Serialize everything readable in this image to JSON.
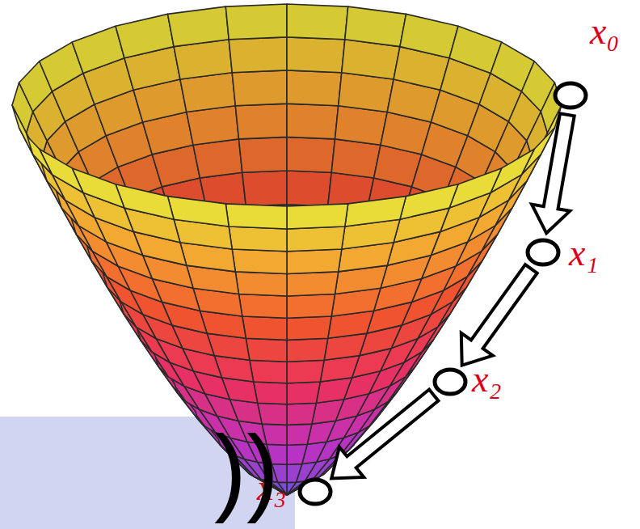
{
  "diagram": {
    "nodes": [
      {
        "text": [
          "x₀"
        ]
      },
      {
        "text": [
          "x₁"
        ]
      },
      {
        "text": [
          "x₂"
        ]
      },
      {
        "text": [
          "x₃"
        ]
      }
    ],
    "edges": [
      {
        "from": 0,
        "to": 1,
        "arrow": "to"
      },
      {
        "from": 1,
        "to": 2,
        "arrow": "to"
      },
      {
        "from": 2,
        "to": 3,
        "arrow": "to"
      }
    ],
    "labels": [
      "))"
    ]
  }
}
